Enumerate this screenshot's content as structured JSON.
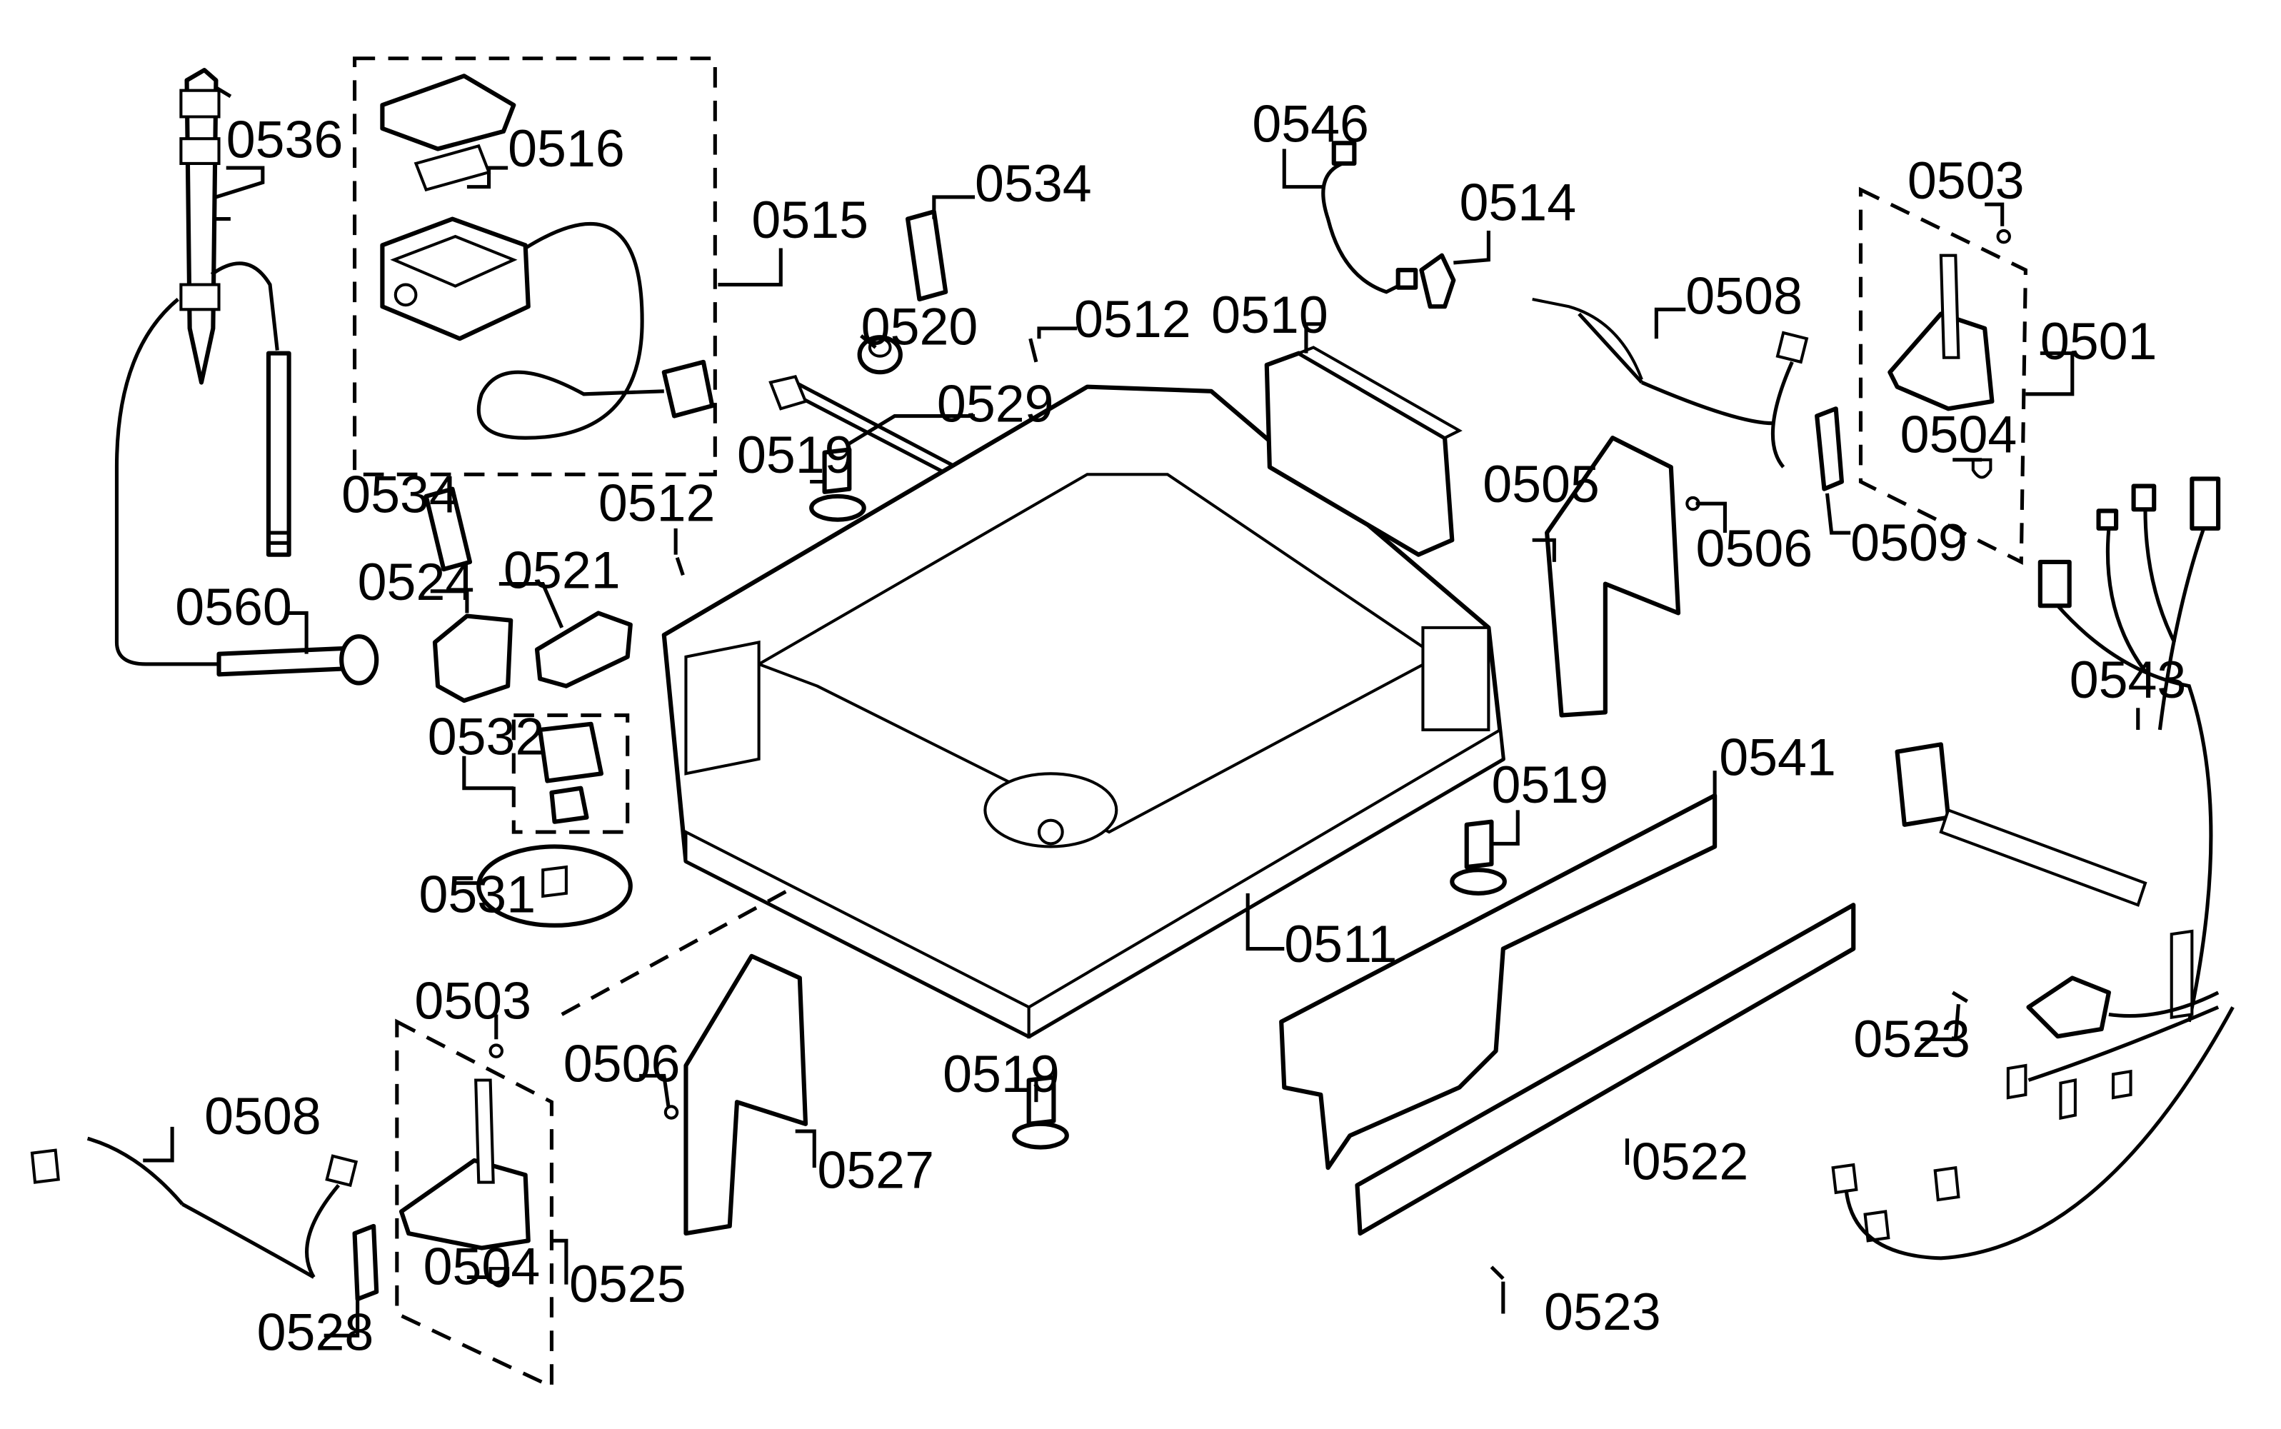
{
  "labels": {
    "l0536": "0536",
    "l0516": "0516",
    "l0515": "0515",
    "l0534a": "0534",
    "l0534b": "0534",
    "l0546": "0546",
    "l0514": "0514",
    "l0512a": "0512",
    "l0512b": "0512",
    "l0520": "0520",
    "l0529": "0529",
    "l0519a": "0519",
    "l0519b": "0519",
    "l0519c": "0519",
    "l0510": "0510",
    "l0508a": "0508",
    "l0508b": "0508",
    "l0503a": "0503",
    "l0503b": "0503",
    "l0501": "0501",
    "l0504a": "0504",
    "l0504b": "0504",
    "l0505": "0505",
    "l0506a": "0506",
    "l0506b": "0506",
    "l0509": "0509",
    "l0560": "0560",
    "l0524": "0524",
    "l0521": "0521",
    "l0532": "0532",
    "l0531": "0531",
    "l0511": "0511",
    "l0541": "0541",
    "l0543": "0543",
    "l0523a": "0523",
    "l0523b": "0523",
    "l0522": "0522",
    "l0527": "0527",
    "l0525": "0525",
    "l0528": "0528"
  },
  "colors": {
    "ink": "#000000",
    "paper": "#ffffff"
  }
}
